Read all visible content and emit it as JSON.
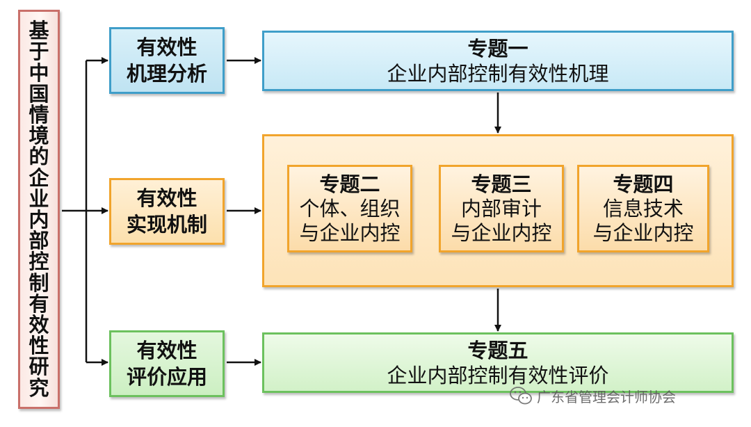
{
  "title_vertical": "基于中国情境的企业内部控制有效性研究",
  "categories": [
    {
      "lines": [
        "有效性",
        "机理分析"
      ]
    },
    {
      "lines": [
        "有效性",
        "实现机制"
      ]
    },
    {
      "lines": [
        "有效性",
        "评价应用"
      ]
    }
  ],
  "topics": [
    {
      "title": "专题一",
      "lines": [
        "企业内部控制有效性机理"
      ]
    },
    {
      "title": "专题二",
      "lines": [
        "个体、组织",
        "与企业内控"
      ]
    },
    {
      "title": "专题三",
      "lines": [
        "内部审计",
        "与企业内控"
      ]
    },
    {
      "title": "专题四",
      "lines": [
        "信息技术",
        "与企业内控"
      ]
    },
    {
      "title": "专题五",
      "lines": [
        "企业内部控制有效性评价"
      ]
    }
  ],
  "watermark": "广东省管理会计师协会",
  "watermark_icon": "wechat-icon",
  "colors": {
    "blue_border": "#3f9ec9",
    "orange_border": "#f1a42c",
    "green_border": "#6cc15e",
    "red_border": "#c9706a"
  }
}
